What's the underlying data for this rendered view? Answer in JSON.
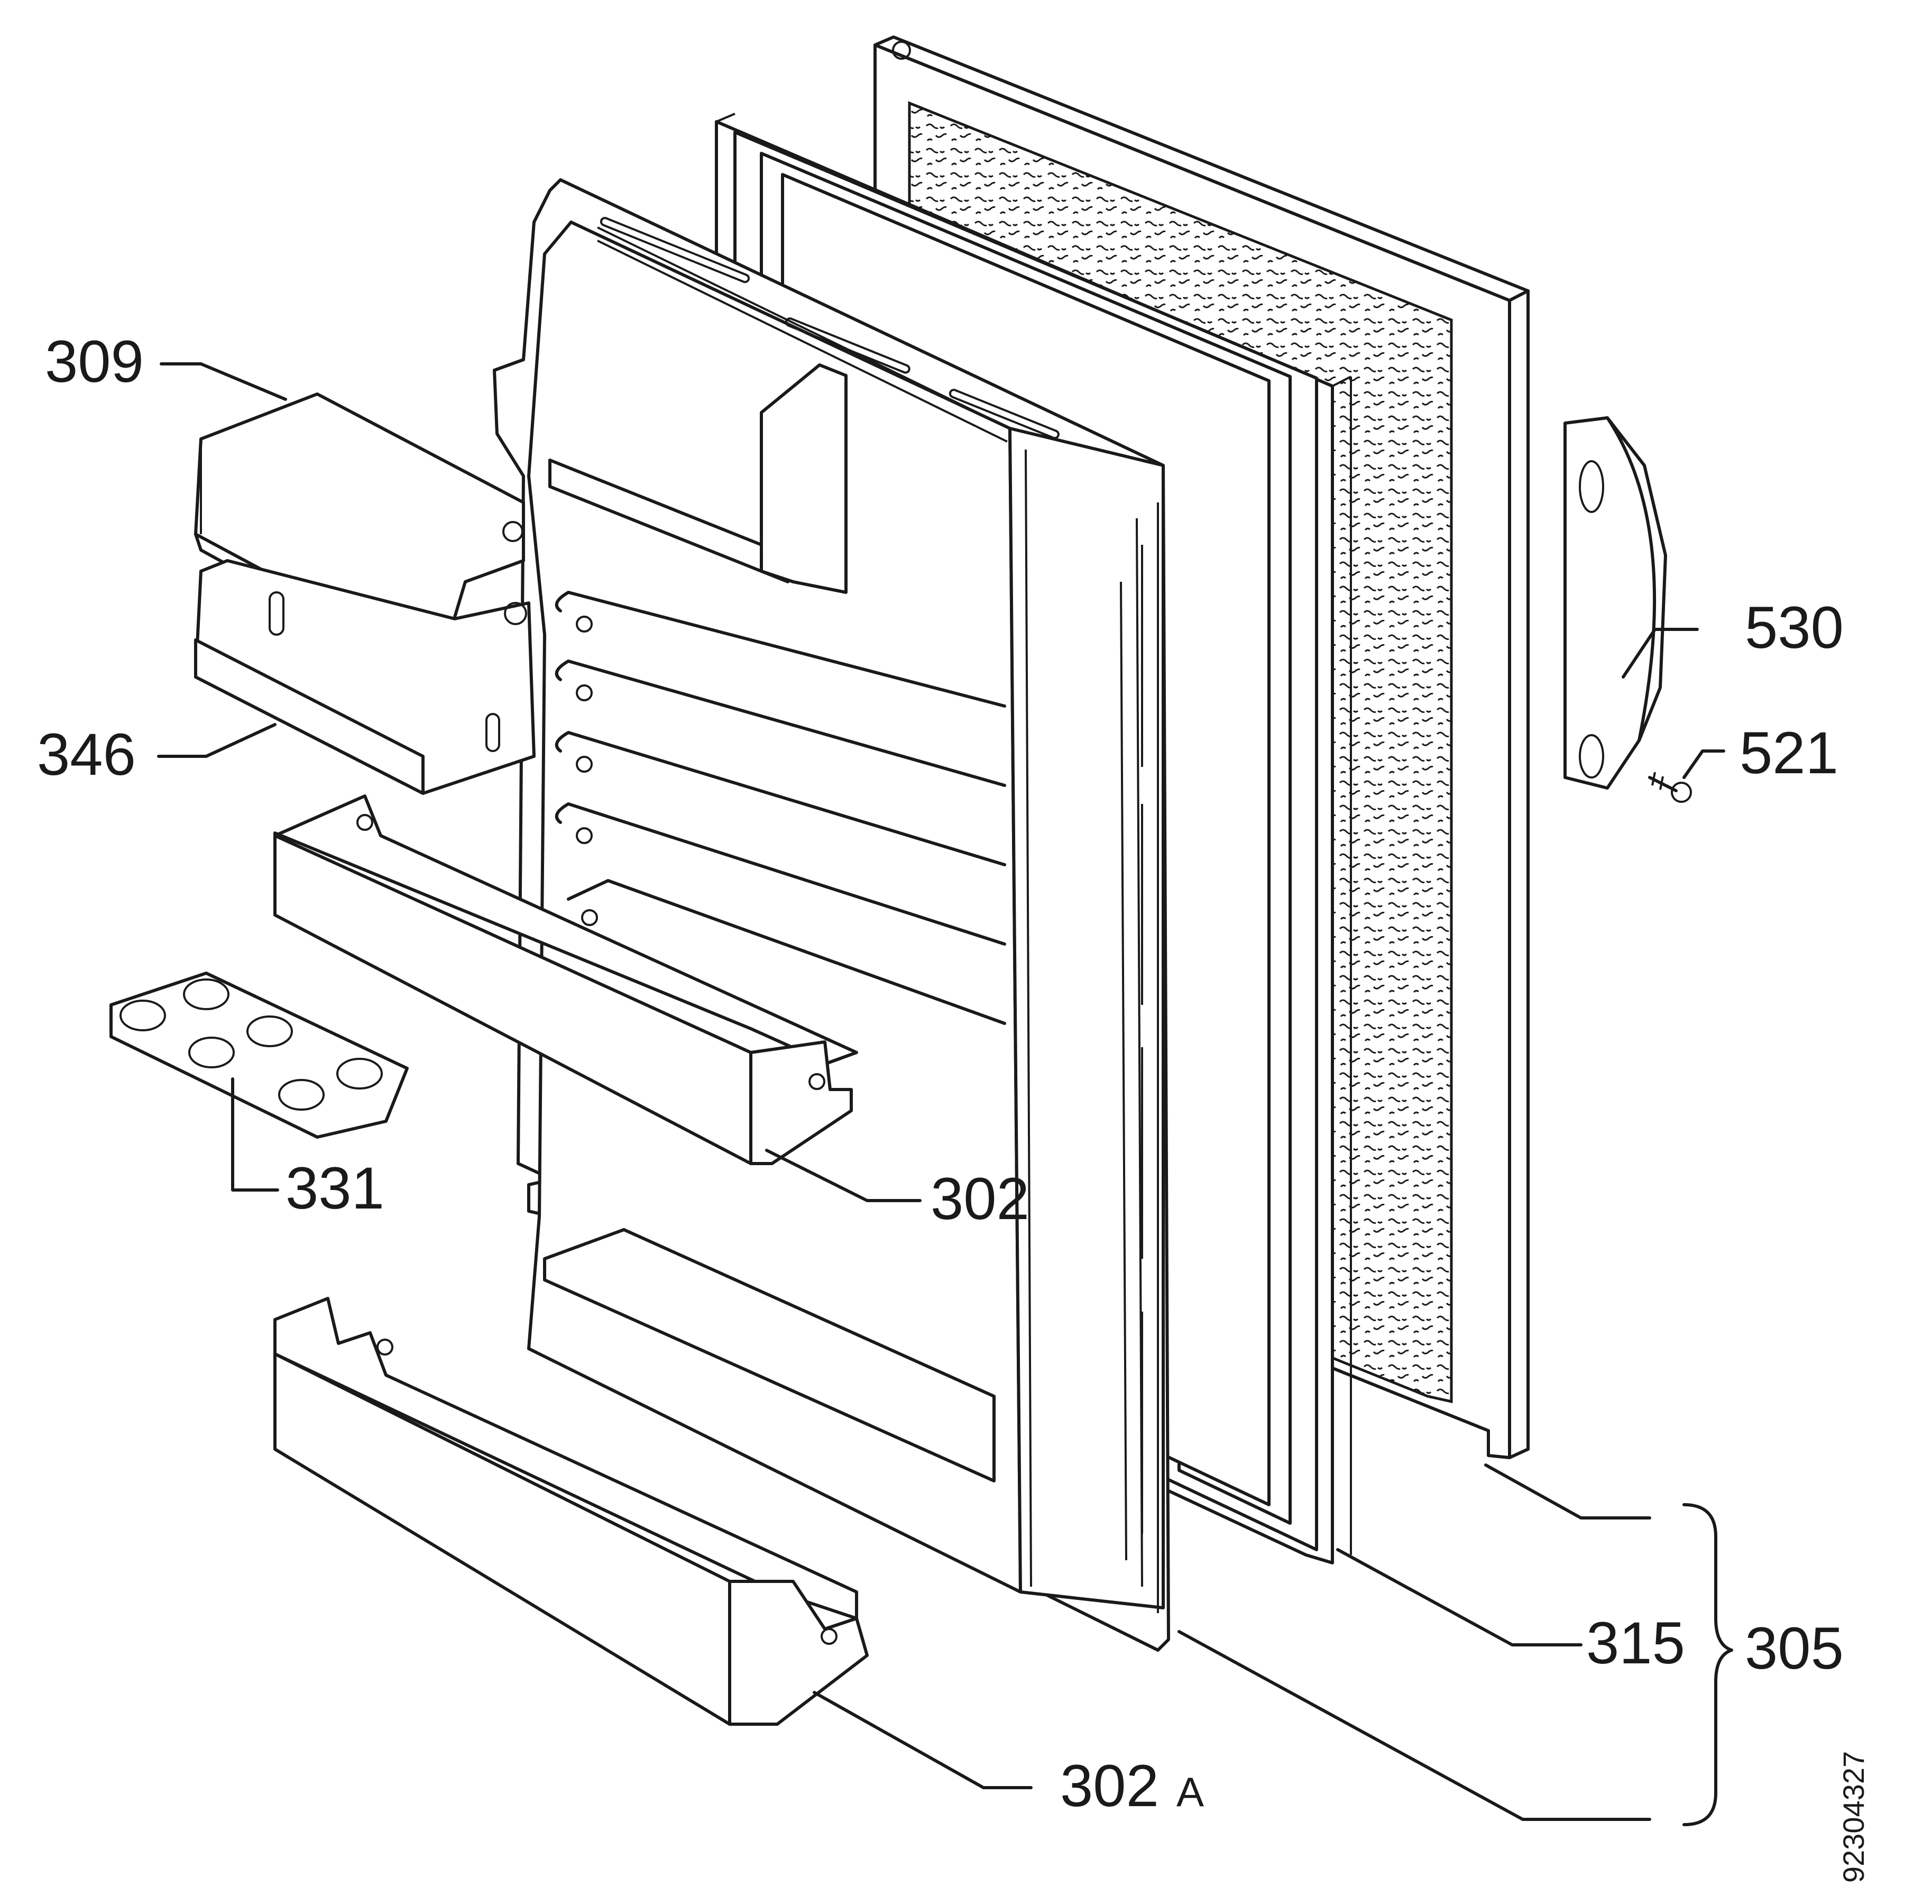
{
  "diagram": {
    "labels": {
      "p309": "309",
      "p346": "346",
      "p331": "331",
      "p302": "302",
      "p302a_num": "302",
      "p302a_suffix": "A",
      "p530": "530",
      "p521": "521",
      "p315": "315",
      "p305": "305"
    },
    "doc_number": "92304327"
  },
  "colors": {
    "line": "#1a1a1a",
    "background": "#ffffff"
  }
}
